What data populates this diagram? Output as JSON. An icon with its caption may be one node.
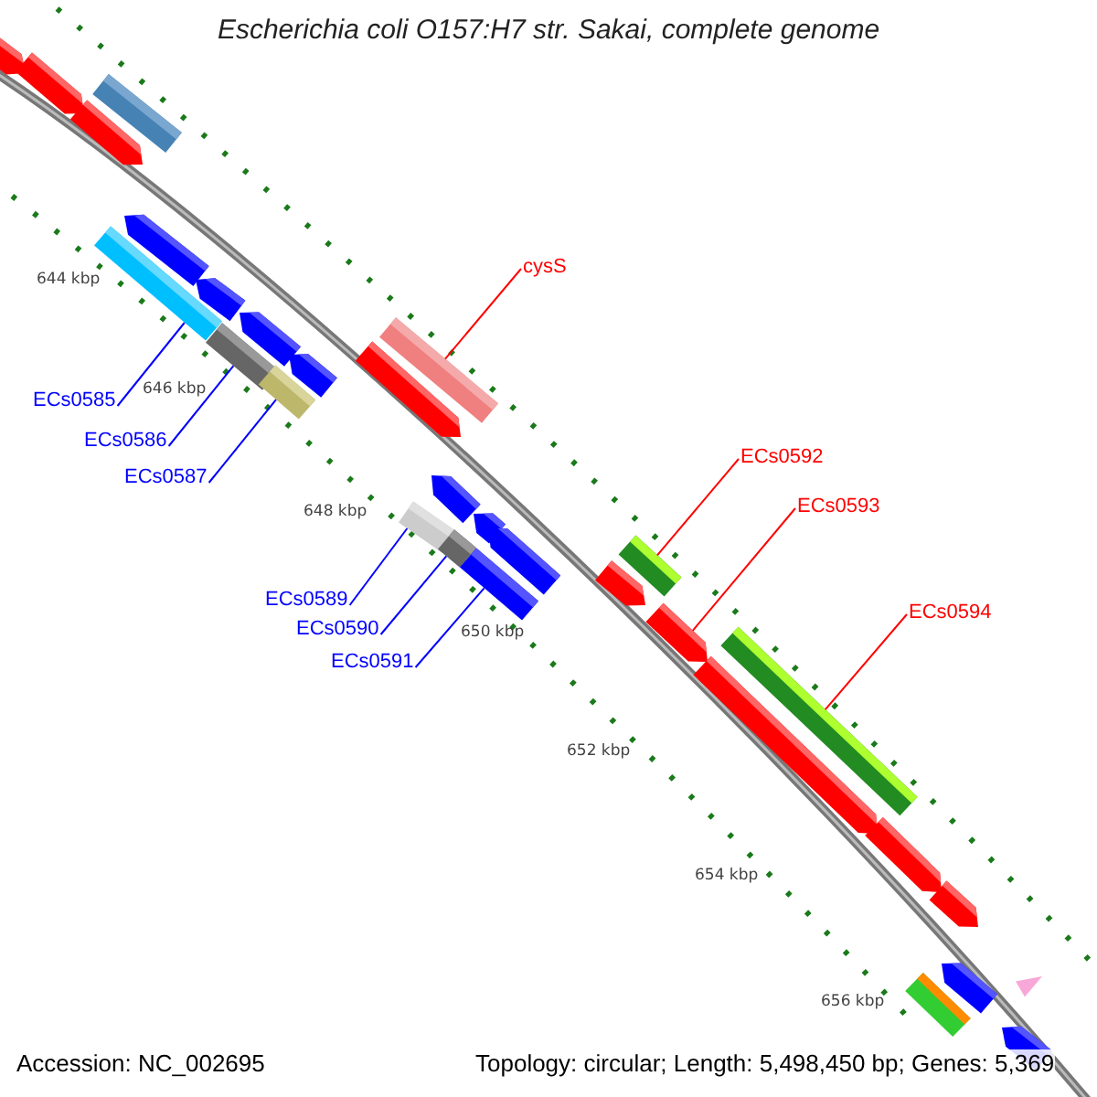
{
  "diagram": {
    "title": "Escherichia coli O157:H7 str. Sakai, complete genome",
    "nodes": [
      {
        "text": [
          "cysS"
        ]
      },
      {
        "text": [
          "ECs0592"
        ]
      },
      {
        "text": [
          "ECs0593"
        ]
      },
      {
        "text": [
          "ECs0594"
        ]
      },
      {
        "text": [
          "ECs0585"
        ]
      },
      {
        "text": [
          "ECs0586"
        ]
      },
      {
        "text": [
          "ECs0587"
        ]
      },
      {
        "text": [
          "ECs0589"
        ]
      },
      {
        "text": [
          "ECs0590"
        ]
      },
      {
        "text": [
          "ECs0591"
        ]
      },
      {
        "text": [],
        "shape": "arrow"
      },
      {
        "text": [],
        "shape": "arrow"
      },
      {
        "text": [],
        "shape": "arrow"
      },
      {
        "text": [],
        "shape": "bar"
      },
      {
        "text": [],
        "shape": "bar"
      },
      {
        "text": [],
        "shape": "arrow"
      },
      {
        "text": [],
        "shape": "arrow"
      },
      {
        "text": [],
        "shape": "bar"
      },
      {
        "text": [],
        "shape": "arrow"
      },
      {
        "text": [],
        "shape": "bar"
      },
      {
        "text": [],
        "shape": "arrow"
      },
      {
        "text": [],
        "shape": "arrow"
      },
      {
        "text": [],
        "shape": "bar"
      },
      {
        "text": [],
        "shape": "bar"
      },
      {
        "text": [],
        "shape": "arrow"
      },
      {
        "text": [],
        "shape": "bar"
      },
      {
        "text": [],
        "shape": "bar"
      },
      {
        "text": [],
        "shape": "arrow"
      },
      {
        "text": [],
        "shape": "arrow"
      },
      {
        "text": [],
        "shape": "arrow"
      },
      {
        "text": [],
        "shape": "bar"
      },
      {
        "text": [],
        "shape": "arrow"
      },
      {
        "text": [],
        "shape": "arrow"
      },
      {
        "text": [],
        "shape": "bar"
      },
      {
        "text": [],
        "shape": "arrow"
      },
      {
        "text": [],
        "shape": "bar"
      },
      {
        "text": [],
        "shape": "arrow"
      },
      {
        "text": [],
        "shape": "arrow"
      },
      {
        "text": [],
        "shape": "arrow"
      },
      {
        "text": [],
        "shape": "triangle"
      }
    ],
    "edges": [
      {
        "from": 0,
        "to": 22,
        "arrow": "none",
        "color": "#ff0000"
      },
      {
        "from": 1,
        "to": 30,
        "arrow": "none",
        "color": "#ff0000"
      },
      {
        "from": 2,
        "to": 31,
        "arrow": "none",
        "color": "#ff0000"
      },
      {
        "from": 3,
        "to": 33,
        "arrow": "none",
        "color": "#ff0000"
      },
      {
        "from": 4,
        "to": 14,
        "arrow": "none"
      },
      {
        "from": 5,
        "to": 17,
        "arrow": "none"
      },
      {
        "from": 6,
        "to": 19,
        "arrow": "none"
      },
      {
        "from": 7,
        "to": 23,
        "arrow": "none"
      },
      {
        "from": 8,
        "to": 25,
        "arrow": "none"
      },
      {
        "from": 9,
        "to": 26,
        "arrow": "none"
      }
    ],
    "labels": [
      "644 kbp",
      "646 kbp",
      "648 kbp",
      "650 kbp",
      "652 kbp",
      "654 kbp",
      "656 kbp",
      "Accession: NC_002695",
      "Topology: circular; Length: 5,498,450 bp; Genes: 5,369"
    ]
  }
}
